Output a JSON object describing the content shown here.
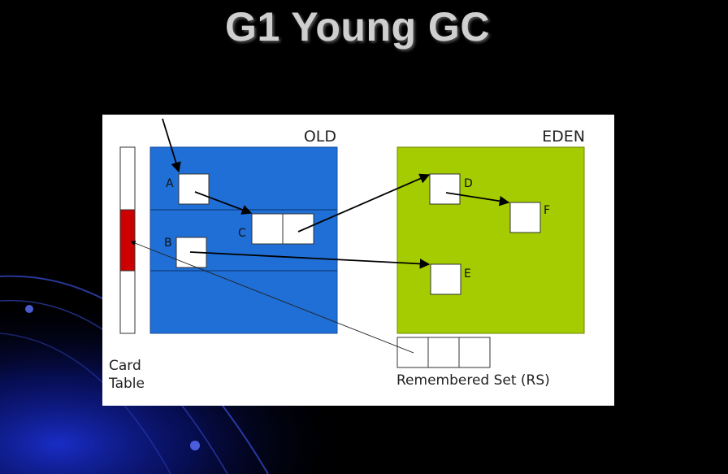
{
  "title": "G1 Young GC",
  "regions": {
    "old": "OLD",
    "eden": "EDEN"
  },
  "objects": {
    "a": "A",
    "b": "B",
    "c": "C",
    "d": "D",
    "e": "E",
    "f": "F"
  },
  "card_table": {
    "line1": "Card",
    "line2": "Table"
  },
  "remembered_set": "Remembered Set (RS)",
  "colors": {
    "old_region": "#1f6fd6",
    "eden_region": "#a4cc00",
    "dirty_card": "#cc0000",
    "title": "#cfcfcf"
  }
}
